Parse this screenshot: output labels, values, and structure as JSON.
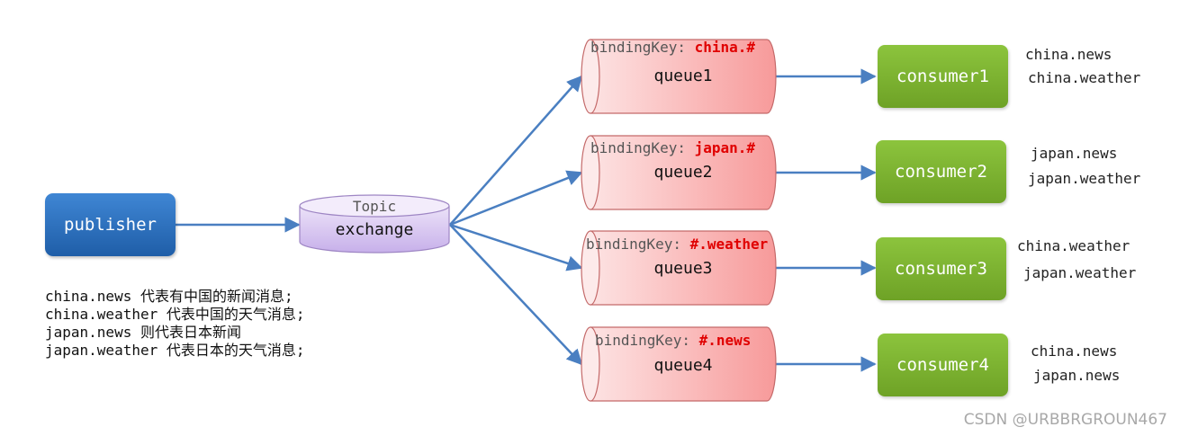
{
  "publisher": {
    "label": "publisher"
  },
  "exchange": {
    "type_label": "Topic",
    "label": "exchange"
  },
  "queues": [
    {
      "binding_prefix": "bindingKey: ",
      "binding_key": "china.#",
      "name": "queue1"
    },
    {
      "binding_prefix": "bindingKey: ",
      "binding_key": "japan.#",
      "name": "queue2"
    },
    {
      "binding_prefix": "bindingKey: ",
      "binding_key": "#.weather",
      "name": "queue3"
    },
    {
      "binding_prefix": "bindingKey: ",
      "binding_key": "#.news",
      "name": "queue4"
    }
  ],
  "consumers": [
    {
      "name": "consumer1",
      "messages": [
        "china.news",
        "china.weather"
      ]
    },
    {
      "name": "consumer2",
      "messages": [
        "japan.news",
        "japan.weather"
      ]
    },
    {
      "name": "consumer3",
      "messages": [
        "china.weather",
        "japan.weather"
      ]
    },
    {
      "name": "consumer4",
      "messages": [
        "china.news",
        "japan.news"
      ]
    }
  ],
  "legend": [
    "china.news 代表有中国的新闻消息;",
    "china.weather 代表中国的天气消息;",
    "japan.news 则代表日本新闻",
    "japan.weather 代表日本的天气消息;"
  ],
  "watermark": "CSDN @URBBRGROUN467",
  "colors": {
    "publisher": "#2a6bbd",
    "exchange": "#d9c8f0",
    "queue": "#f8a8a8",
    "consumer": "#7eb432",
    "arrow": "#4a7fc1",
    "binding_key": "#e00000"
  }
}
